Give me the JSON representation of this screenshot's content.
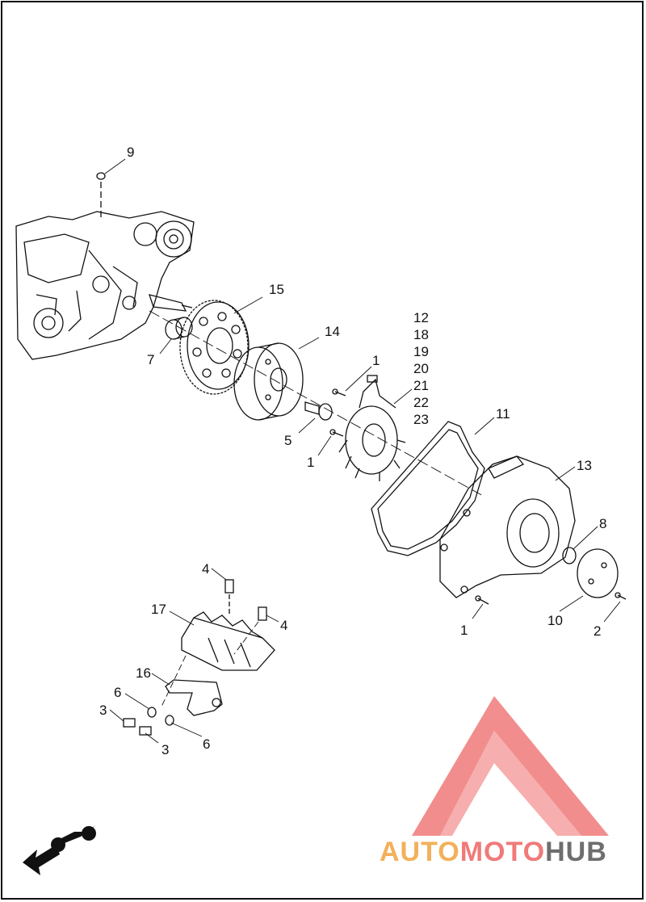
{
  "callouts": {
    "c9": "9",
    "c15": "15",
    "c14": "14",
    "c7": "7",
    "c12": "12",
    "c18": "18",
    "c19": "19",
    "c20": "20",
    "c21": "21",
    "c22": "22",
    "c23": "23",
    "c1a": "1",
    "c5": "5",
    "c1b": "1",
    "c11": "11",
    "c13": "13",
    "c8": "8",
    "c1c": "1",
    "c10": "10",
    "c2": "2",
    "c4a": "4",
    "c17": "17",
    "c4b": "4",
    "c16": "16",
    "c6a": "6",
    "c3a": "3",
    "c3b": "3",
    "c6b": "6"
  },
  "watermark": {
    "part1": "AUTO",
    "part2": "MOTO",
    "part3": "HUB"
  },
  "colors": {
    "line": "#111111",
    "watermark_red": "#f07a7a",
    "watermark_orange": "#f3b05a",
    "watermark_gray": "#6e6e6e"
  },
  "icons": {
    "front_arrow": "front-direction-motorcycle-icon"
  }
}
